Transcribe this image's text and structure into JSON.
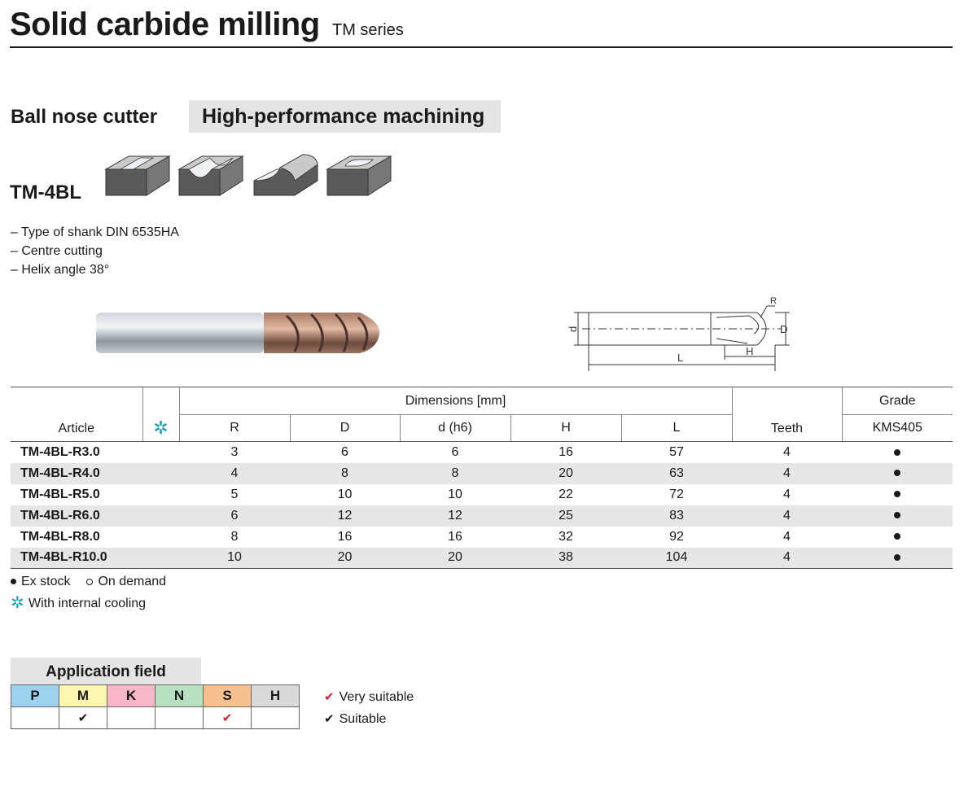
{
  "header": {
    "title": "Solid carbide milling",
    "series": "TM series"
  },
  "subtitle": {
    "type": "Ball nose cutter",
    "application": "High-performance machining"
  },
  "model": "TM-4BL",
  "features": [
    "– Type of shank DIN 6535HA",
    "– Centre cutting",
    "– Helix angle 38°"
  ],
  "drawing_labels": {
    "R": "R",
    "d": "d",
    "D": "D",
    "L": "L",
    "H": "H"
  },
  "table": {
    "article_header": "Article",
    "dimensions_header": "Dimensions [mm]",
    "dim_columns": [
      "R",
      "D",
      "d (h6)",
      "H",
      "L"
    ],
    "teeth_header": "Teeth",
    "grade_header": "Grade",
    "grade_name": "KMS405",
    "rows": [
      {
        "article": "TM-4BL-R3.0",
        "R": "3",
        "D": "6",
        "d": "6",
        "H": "16",
        "L": "57",
        "teeth": "4"
      },
      {
        "article": "TM-4BL-R4.0",
        "R": "4",
        "D": "8",
        "d": "8",
        "H": "20",
        "L": "63",
        "teeth": "4"
      },
      {
        "article": "TM-4BL-R5.0",
        "R": "5",
        "D": "10",
        "d": "10",
        "H": "22",
        "L": "72",
        "teeth": "4"
      },
      {
        "article": "TM-4BL-R6.0",
        "R": "6",
        "D": "12",
        "d": "12",
        "H": "25",
        "L": "83",
        "teeth": "4"
      },
      {
        "article": "TM-4BL-R8.0",
        "R": "8",
        "D": "16",
        "d": "16",
        "H": "32",
        "L": "92",
        "teeth": "4"
      },
      {
        "article": "TM-4BL-R10.0",
        "R": "10",
        "D": "20",
        "d": "20",
        "H": "38",
        "L": "104",
        "teeth": "4"
      }
    ]
  },
  "legend": {
    "ex_stock": "Ex stock",
    "on_demand": "On demand",
    "cooling": "With internal cooling"
  },
  "application": {
    "title": "Application field",
    "materials": [
      {
        "label": "P",
        "color": "#9dd3ee",
        "mark": ""
      },
      {
        "label": "M",
        "color": "#fdf7b0",
        "mark": "suitable"
      },
      {
        "label": "K",
        "color": "#f7b7c9",
        "mark": ""
      },
      {
        "label": "N",
        "color": "#b9dfc2",
        "mark": ""
      },
      {
        "label": "S",
        "color": "#f9c08f",
        "mark": "very"
      },
      {
        "label": "H",
        "color": "#d9d9d9",
        "mark": ""
      }
    ],
    "legend_very": "Very suitable",
    "legend_suitable": "Suitable"
  },
  "colors": {
    "accent_cooling": "#1aa3b8",
    "check_red": "#d6202c"
  }
}
